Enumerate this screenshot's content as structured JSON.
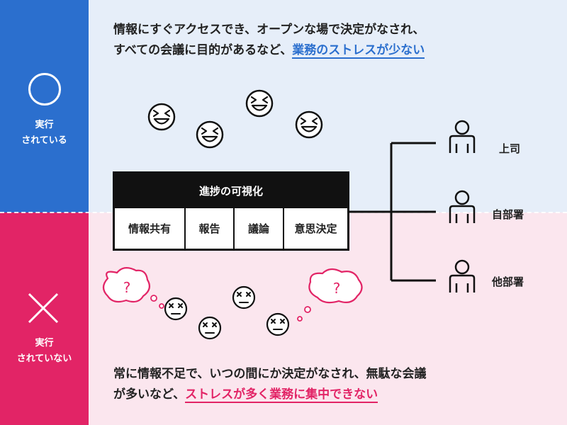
{
  "left_panel": {
    "top_label_line1": "実行",
    "top_label_line2": "されている",
    "bottom_label_line1": "実行",
    "bottom_label_line2": "されていない"
  },
  "top_copy": {
    "line1": "情報にすぐアクセスでき、オープンな場で決定がなされ、",
    "line2_prefix": "すべての会議に目的があるなど、",
    "line2_highlight": "業務のストレスが少ない"
  },
  "bottom_copy": {
    "line1": "常に情報不足で、いつの間にか決定がなされ、無駄な会議",
    "line2_prefix": "が多いなど、",
    "line2_highlight": "ストレスが多く業務に集中できない"
  },
  "visualization": {
    "title": "進捗の可視化",
    "items": [
      "情報共有",
      "報告",
      "議論",
      "意思決定"
    ]
  },
  "people": [
    "上司",
    "自部署",
    "他部署"
  ],
  "thought_bubble_text": "?",
  "colors": {
    "blue": "#2b6fce",
    "pink": "#e22466",
    "light_blue_bg": "#e6eef9",
    "light_pink_bg": "#fbe6ee"
  }
}
